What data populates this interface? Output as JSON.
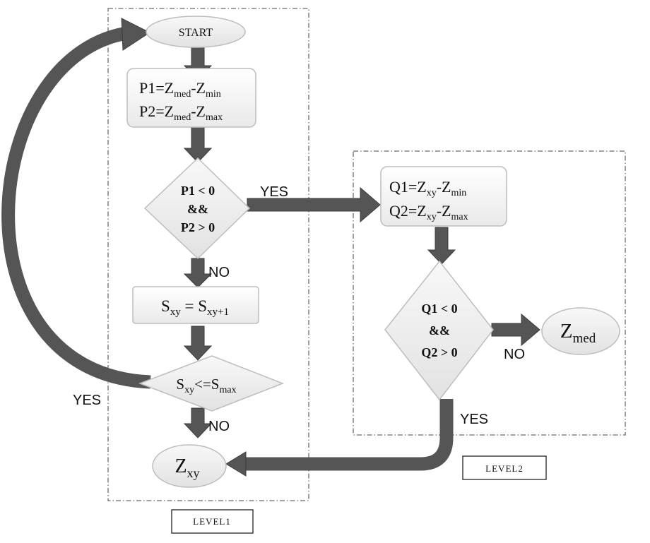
{
  "regions": {
    "level1": "LEVEL1",
    "level2": "LEVEL2"
  },
  "nodes": {
    "start": "START",
    "p1": {
      "pre": "P1=Z",
      "sub1": "med",
      "mid": "-Z",
      "sub2": "min"
    },
    "p2": {
      "pre": "P2=Z",
      "sub1": "med",
      "mid": "-Z",
      "sub2": "max"
    },
    "decision1": [
      "P1 < 0",
      "&&",
      "P2 > 0"
    ],
    "update": {
      "pre": "S",
      "sub1": "xy",
      "mid": " = S",
      "sub2": "xy+1"
    },
    "check": {
      "pre": "S",
      "sub1": "xy",
      "mid": "<=S",
      "sub2": "max"
    },
    "output_zxy": {
      "pre": "Z",
      "sub": "xy"
    },
    "q1": {
      "pre": "Q1=Z",
      "sub1": "xy",
      "mid": "-Z",
      "sub2": "min"
    },
    "q2": {
      "pre": "Q2=Z",
      "sub1": "xy",
      "mid": "-Z",
      "sub2": "max"
    },
    "decision2": [
      "Q1 < 0",
      "&&",
      "Q2 > 0"
    ],
    "output_zmed": {
      "pre": "Z",
      "sub": "med"
    }
  },
  "edge_labels": {
    "d1_yes": "YES",
    "d1_no": "NO",
    "check_yes": "YES",
    "check_no": "NO",
    "d2_no": "NO",
    "d2_yes": "YES"
  }
}
